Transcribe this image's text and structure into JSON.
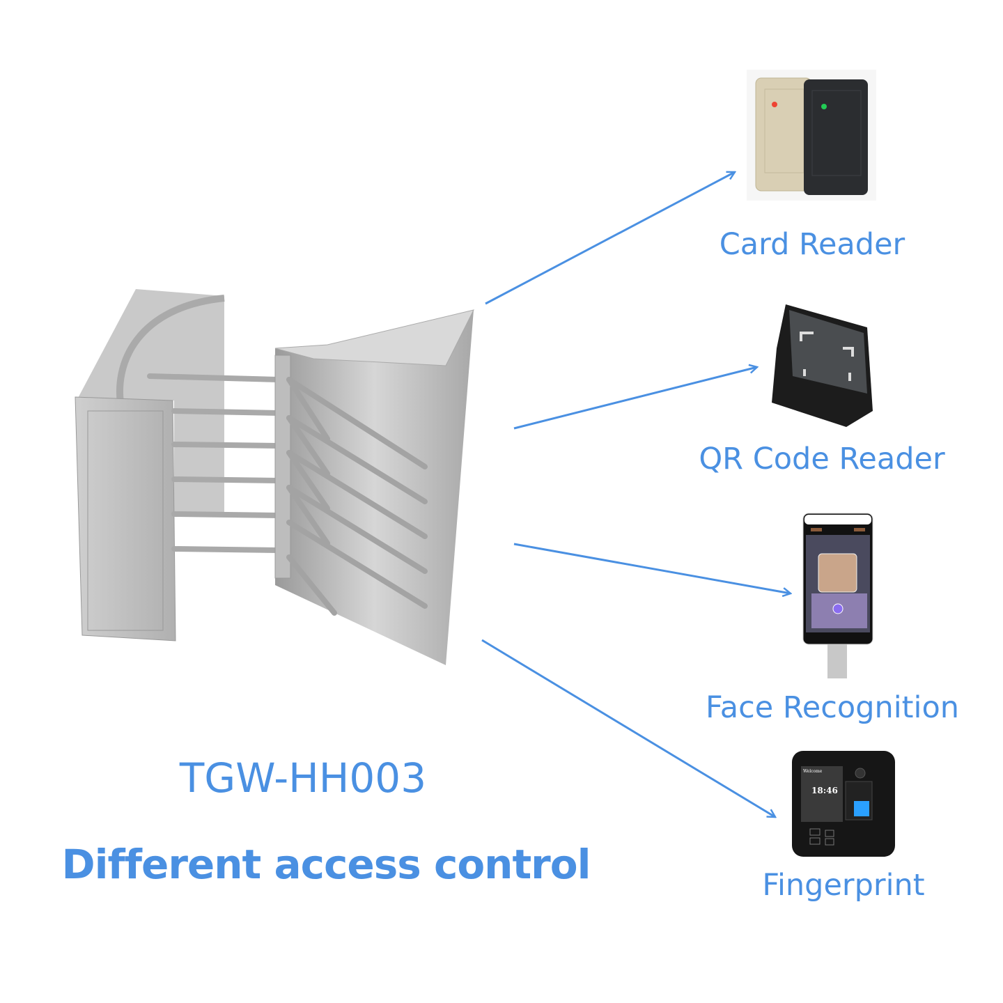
{
  "product": {
    "model": "TGW-HH003",
    "tagline": "Different access control"
  },
  "access_methods": [
    {
      "label": "Card Reader",
      "icon": "card-reader-image"
    },
    {
      "label": "QR Code Reader",
      "icon": "qr-reader-image"
    },
    {
      "label": "Face Recognition",
      "icon": "face-terminal-image"
    },
    {
      "label": "Fingerprint",
      "icon": "fingerprint-terminal-image"
    }
  ],
  "fingerprint_screen": {
    "welcome": "Welcome",
    "time": "18:46"
  },
  "colors": {
    "accent": "#4a90e2",
    "steel": "#b8b8b8"
  }
}
